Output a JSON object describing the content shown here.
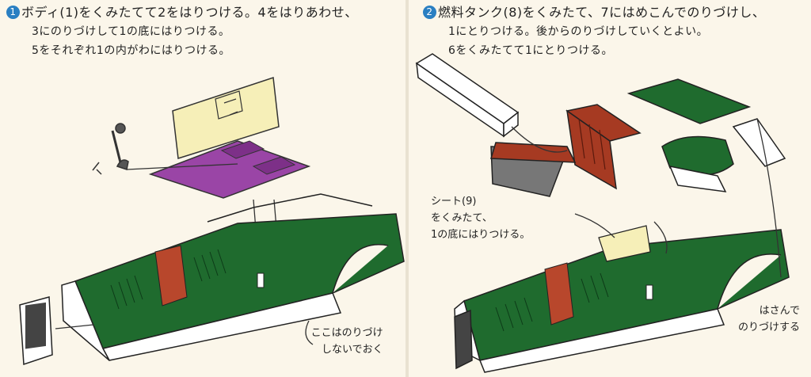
{
  "left_panel": {
    "step_number": "1",
    "lines": [
      "ボディ(1)をくみたてて2をはりつける。4をはりあわせ、",
      "3にのりづけして1の底にはりつける。",
      "5をそれぞれ1の内がわにはりつける。"
    ],
    "note_lines": [
      "ここはのりづけ",
      "しないでおく"
    ]
  },
  "right_panel": {
    "step_number": "2",
    "lines": [
      "燃料タンク(8)をくみたて、7にはめこんでのりづけし、",
      "1にとりつける。後からのりづけしていくとよい。",
      "6をくみたてて1にとりつける。"
    ],
    "seat_note_lines": [
      "シート(9)",
      "をくみたて、",
      "1の底にはりつける。"
    ],
    "pinch_note_lines": [
      "はさんで",
      "のりづけする"
    ]
  },
  "colors": {
    "body_green": "#1f6b2e",
    "stripe_red": "#b8472c",
    "seat_red": "#a63a22",
    "floor_purple": "#9a45a6",
    "panel_cream": "#f6efb8",
    "step_blue": "#2a7fc2"
  }
}
